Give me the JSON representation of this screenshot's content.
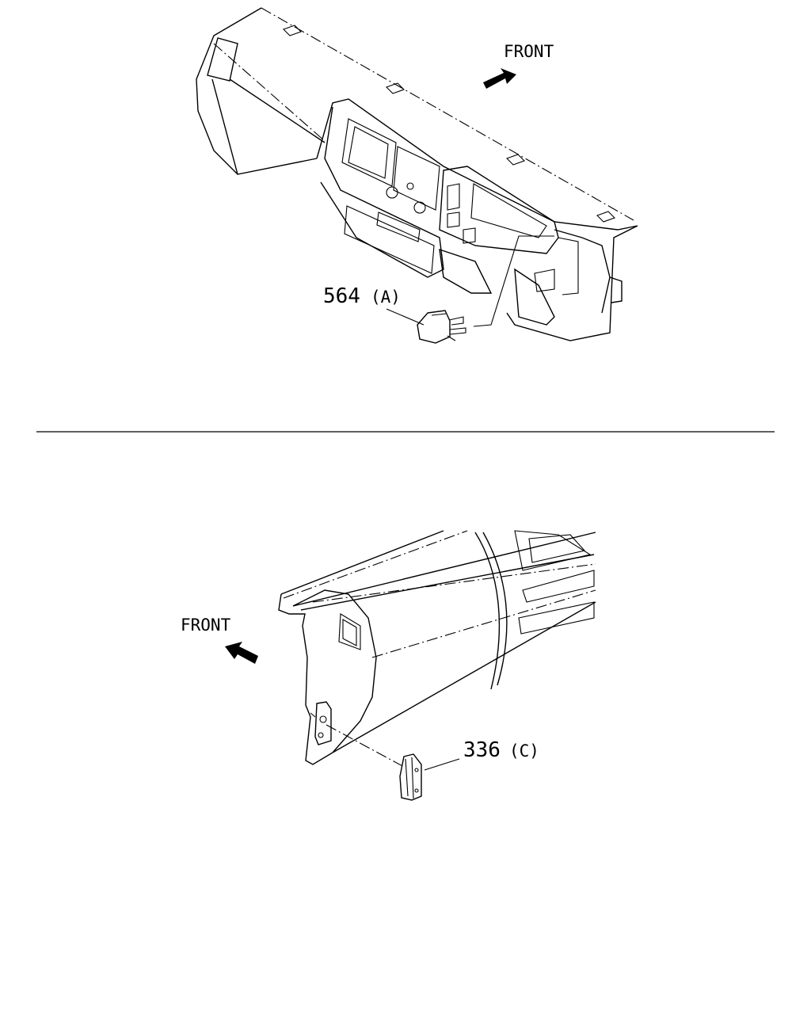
{
  "views": {
    "upper": {
      "front_label": "FRONT",
      "callout": {
        "part": "564",
        "ref": "(A)"
      }
    },
    "lower": {
      "front_label": "FRONT",
      "callout": {
        "part": "336",
        "ref": "(C)"
      }
    }
  },
  "icons": [
    "front-arrow-icon",
    "front-arrow-icon"
  ]
}
